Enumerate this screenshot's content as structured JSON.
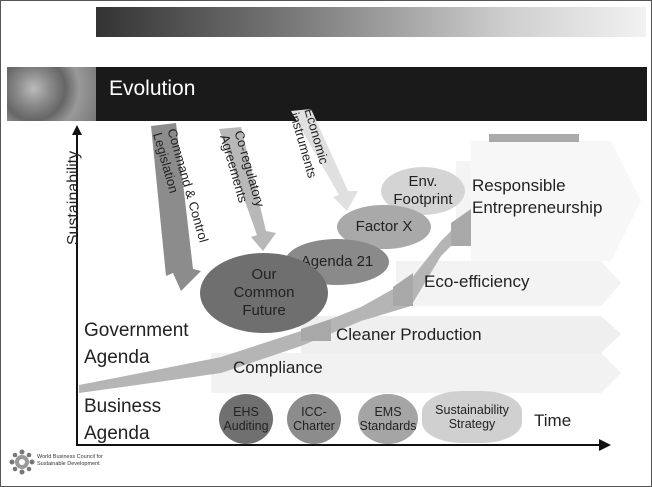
{
  "slide": {
    "title": "Evolution"
  },
  "axes": {
    "y_label": "Sustainability",
    "x_label": "Time"
  },
  "agendas": {
    "government": [
      "Government",
      "Agenda"
    ],
    "business": [
      "Business",
      "Agenda"
    ]
  },
  "stages": [
    "Compliance",
    "Cleaner Production",
    "Eco-efficiency",
    [
      "Responsible",
      "Entrepreneurship"
    ]
  ],
  "instruments": {
    "command": [
      "Command & Control",
      "Legislation"
    ],
    "coreg": [
      "Co-regulatory",
      "Agreements"
    ],
    "economic": [
      "Economic",
      "instruments"
    ]
  },
  "milestones": {
    "ocf": [
      "Our",
      "Common",
      "Future"
    ],
    "agenda21": "Agenda 21",
    "factorx": "Factor X",
    "envfoot": [
      "Env.",
      "Footprint"
    ]
  },
  "business_items": [
    [
      "EHS",
      "Auditing"
    ],
    [
      "ICC-",
      "Charter"
    ],
    [
      "EMS",
      "Standards"
    ],
    [
      "Sustainability",
      "Strategy"
    ]
  ],
  "logo": [
    "World Business Council for",
    "Sustainable Development"
  ],
  "colors": {
    "ocf": "#6f6f6f",
    "agenda21": "#8a8a8a",
    "factorx": "#a9a9a9",
    "envfoot": "#d4d4d4",
    "ehs": "#707070",
    "icc": "#8c8c8c",
    "ems": "#a5a5a5",
    "strategy": "#c8c8c8"
  }
}
